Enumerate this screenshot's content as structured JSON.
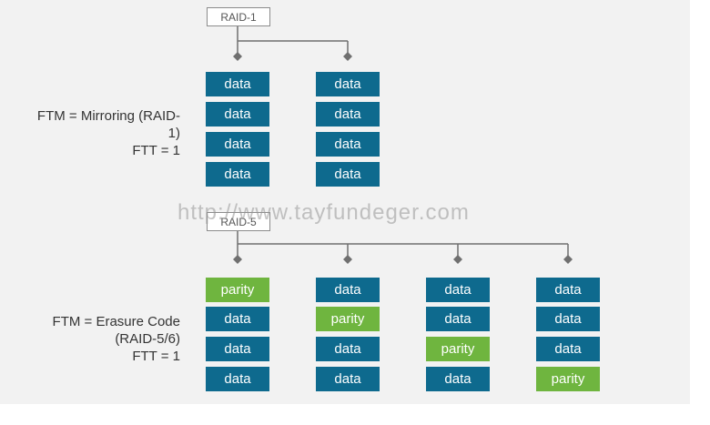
{
  "raid1": {
    "label": "RAID-1",
    "description": [
      "FTM = Mirroring (RAID-",
      "1)",
      "FTT = 1"
    ],
    "columns": [
      [
        "data",
        "data",
        "data",
        "data"
      ],
      [
        "data",
        "data",
        "data",
        "data"
      ]
    ]
  },
  "raid5": {
    "label": "RAID-5",
    "description": [
      "FTM = Erasure Code",
      "(RAID-5/6)",
      "FTT = 1"
    ],
    "columns": [
      [
        "parity",
        "data",
        "data",
        "data"
      ],
      [
        "data",
        "parity",
        "data",
        "data"
      ],
      [
        "data",
        "data",
        "parity",
        "data"
      ],
      [
        "data",
        "data",
        "data",
        "parity"
      ]
    ]
  },
  "watermark": "http://www.tayfundeger.com",
  "colors": {
    "data": "#0e6a8e",
    "parity": "#6fb53f",
    "connector": "#707070",
    "background": "#f2f2f2"
  }
}
